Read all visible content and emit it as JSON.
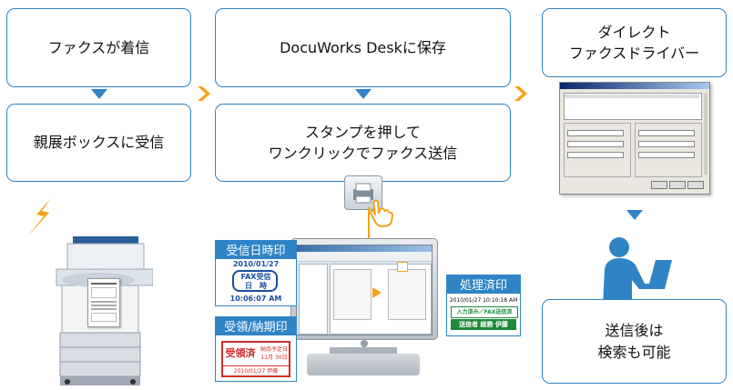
{
  "steps": {
    "fax_arrives": "ファクスが着信",
    "confidential_box": "親展ボックスに受信",
    "save_docuworks": "DocuWorks Deskに保存",
    "stamp_line1": "スタンプを押して",
    "stamp_line2": "ワンクリックでファクス送信",
    "direct_line1": "ダイレクト",
    "direct_line2": "ファクスドライバー",
    "search_line1": "送信後は",
    "search_line2": "検索も可能"
  },
  "stamps": {
    "received_datetime": {
      "label": "受信日時印",
      "date": "2010/01/27",
      "line1": "FAX受信",
      "line2": "日　時",
      "time": "10:06:07 AM"
    },
    "receipt_delivery": {
      "label": "受領/納期印",
      "main": "受領済",
      "side1": "納品予定日",
      "side2": "11月 30日",
      "footer": "2010/01/27 伊藤"
    },
    "processed": {
      "label": "処理済印",
      "datetime": "2010/01/27 10:10:18 AM",
      "line1": "入力済み／FAX送信済",
      "line2": "送信者 総務 伊藤"
    }
  },
  "colors": {
    "accent": "#2f84c6",
    "arrow": "#f5a21a",
    "lightning": "#f2a61c"
  }
}
